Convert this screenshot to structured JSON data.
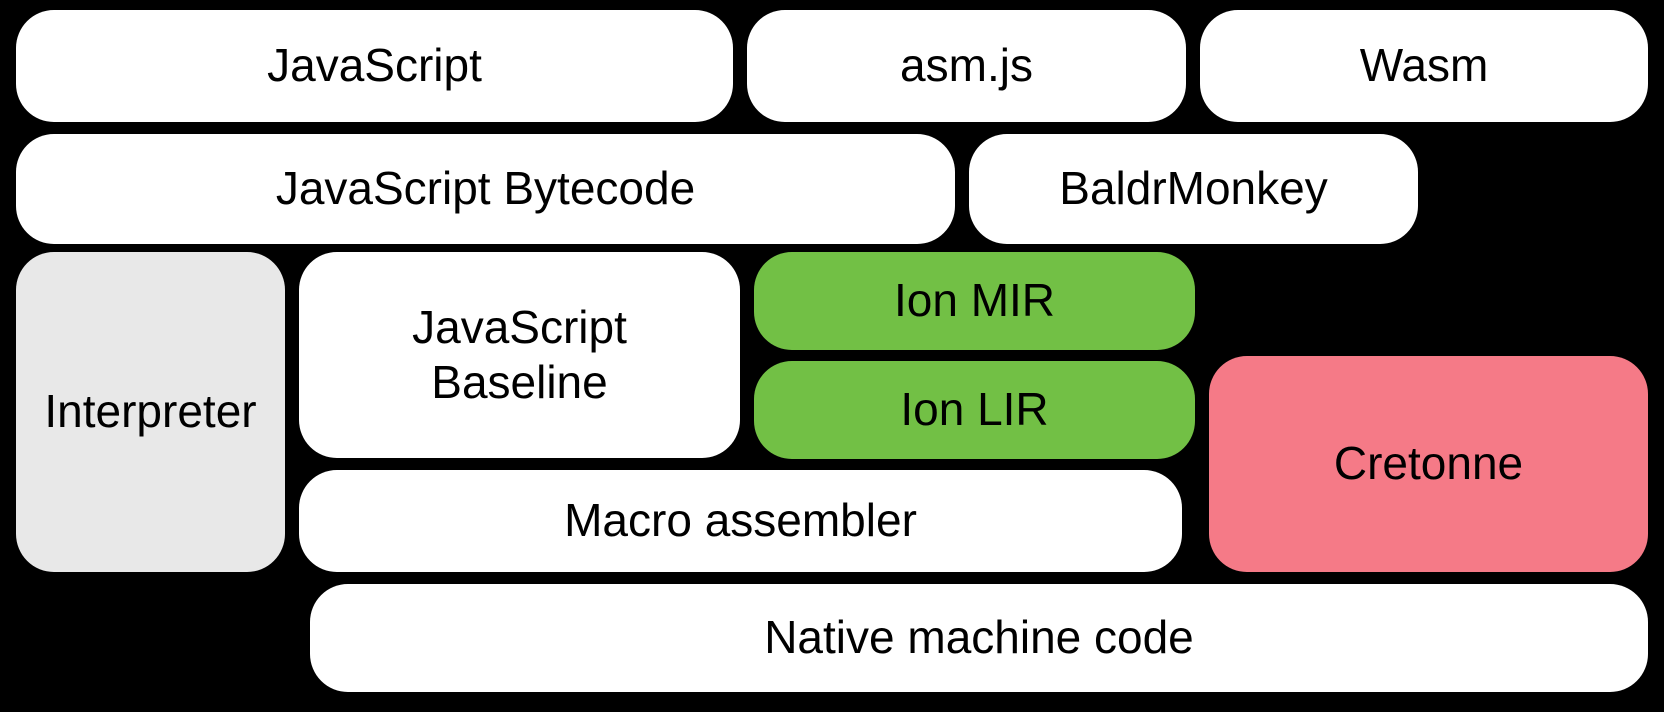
{
  "diagram": {
    "boxes": [
      {
        "id": "javascript",
        "label": "JavaScript",
        "color": "white"
      },
      {
        "id": "asmjs",
        "label": "asm.js",
        "color": "white"
      },
      {
        "id": "wasm",
        "label": "Wasm",
        "color": "white"
      },
      {
        "id": "js-bytecode",
        "label": "JavaScript Bytecode",
        "color": "white"
      },
      {
        "id": "baldrmonkey",
        "label": "BaldrMonkey",
        "color": "white"
      },
      {
        "id": "interpreter",
        "label": "Interpreter",
        "color": "gray"
      },
      {
        "id": "js-baseline",
        "label": "JavaScript\nBaseline",
        "color": "white"
      },
      {
        "id": "ion-mir",
        "label": "Ion MIR",
        "color": "green"
      },
      {
        "id": "ion-lir",
        "label": "Ion LIR",
        "color": "green"
      },
      {
        "id": "cretonne",
        "label": "Cretonne",
        "color": "pink"
      },
      {
        "id": "macro-assembler",
        "label": "Macro assembler",
        "color": "white"
      },
      {
        "id": "native-machine-code",
        "label": "Native machine code",
        "color": "white"
      }
    ],
    "colors": {
      "background": "#000000",
      "white": "#ffffff",
      "gray": "#e8e8e8",
      "green": "#72c045",
      "pink": "#f57a87",
      "text": "#000000"
    }
  }
}
